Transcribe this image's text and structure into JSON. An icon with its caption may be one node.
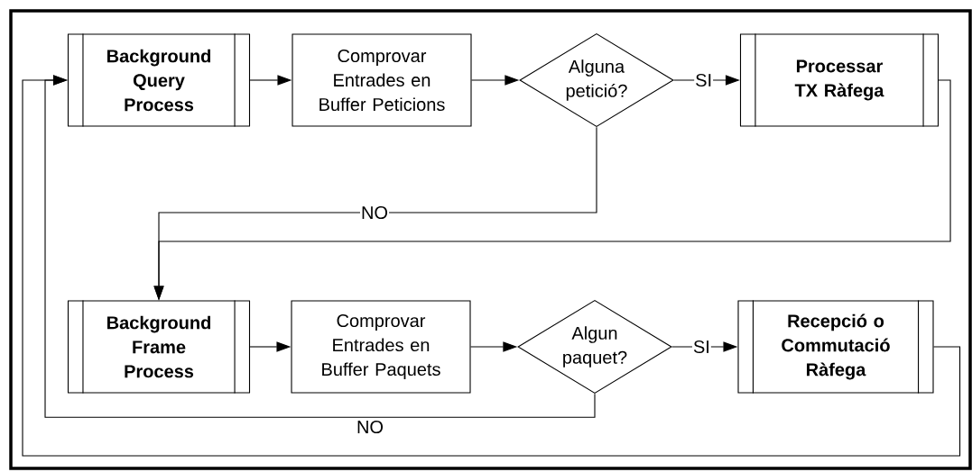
{
  "diagram": {
    "nodes": [
      {
        "text": [
          "Background Query Process"
        ]
      },
      {
        "text": [
          "Comprovar Entrades en Buffer Peticions"
        ]
      },
      {
        "text": [
          "Alguna petició?"
        ]
      },
      {
        "text": [
          "Processar TX Ràfega"
        ]
      },
      {
        "text": [
          "Background Frame Process"
        ]
      },
      {
        "text": [
          "Comprovar Entrades en Buffer Paquets"
        ]
      },
      {
        "text": [
          "Algun paquet?"
        ]
      },
      {
        "text": [
          "Recepció o Commutació Ràfega"
        ]
      }
    ],
    "edges": [
      {
        "from": 0,
        "to": 1,
        "arrow": "to"
      },
      {
        "from": 1,
        "to": 2,
        "arrow": "to"
      },
      {
        "from": 2,
        "to": 3,
        "arrow": "to",
        "label": "SI"
      },
      {
        "from": 2,
        "to": 4,
        "arrow": "to",
        "label": "NO"
      },
      {
        "from": 3,
        "to": 4,
        "arrow": "to"
      },
      {
        "from": 4,
        "to": 5,
        "arrow": "to"
      },
      {
        "from": 5,
        "to": 6,
        "arrow": "to"
      },
      {
        "from": 6,
        "to": 7,
        "arrow": "to",
        "label": "SI"
      },
      {
        "from": 6,
        "to": 0,
        "arrow": "to",
        "label": "NO"
      },
      {
        "from": 7,
        "to": 0,
        "arrow": "to"
      }
    ]
  }
}
